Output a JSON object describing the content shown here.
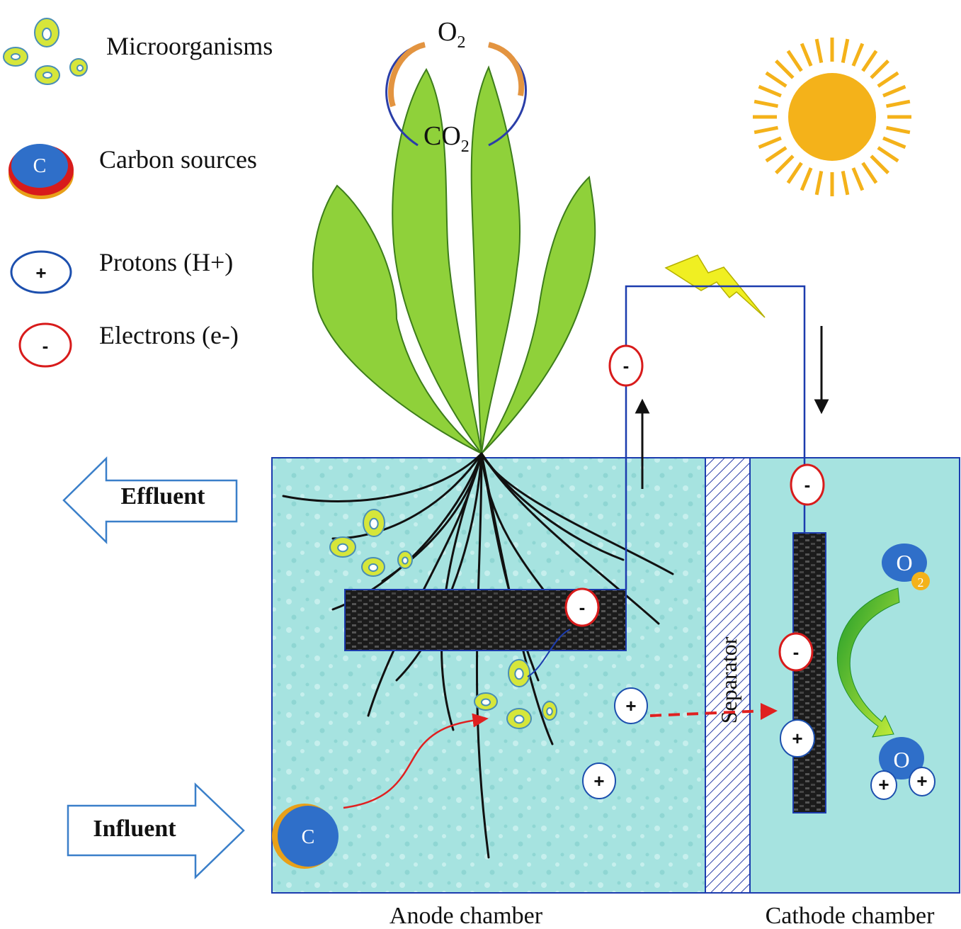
{
  "legend": {
    "microorganisms": "Microorganisms",
    "carbon_sources": "Carbon sources",
    "protons": "Protons (H+)",
    "electrons": "Electrons (e-)"
  },
  "symbols": {
    "carbon": "C",
    "proton": "+",
    "electron": "-"
  },
  "gas_cycle": {
    "o2_base": "O",
    "o2_sub": "2",
    "co2_base": "CO",
    "co2_sub": "2"
  },
  "flows": {
    "effluent": "Effluent",
    "influent": "Influent"
  },
  "separator": "Separator",
  "chambers": {
    "anode": "Anode chamber",
    "cathode": "Cathode chamber"
  },
  "cathode_reaction": {
    "o2_base": "O",
    "o2_sub": "2",
    "water_base": "O"
  },
  "colors": {
    "water": "#a6e3e0",
    "leaf": "#8fd13a",
    "sun": "#f4b21a",
    "wire": "#1c3cae",
    "electron_ring": "#d81b1b",
    "proton_ring": "#1c4fae",
    "carbon_fill": "#2f6fc9",
    "microbe": "#d6e63a"
  }
}
